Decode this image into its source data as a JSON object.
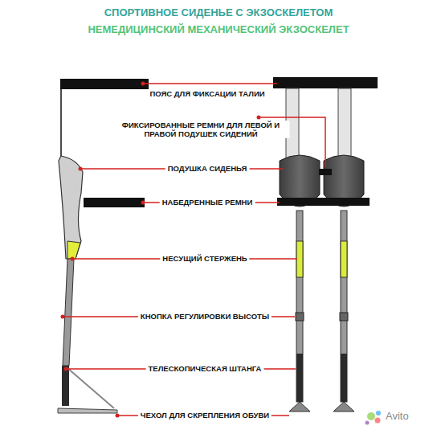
{
  "diagram": {
    "title": "СПОРТИВНОЕ СИДЕНЬЕ С ЭКЗОСКЕЛЕТОМ",
    "labels": [
      "НЕМЕДИЦИНСКИЙ МЕХАНИЧЕСКИЙ ЭКЗОСКЕЛЕТ",
      "ПОЯС ДЛЯ ФИКСАЦИИ ТАЛИИ",
      "ФИКСИРОВАННЫЕ РЕМНИ ДЛЯ ЛЕВОЙ И ПРАВОЙ ПОДУШЕК СИДЕНИЙ",
      "ПОДУШКА СИДЕНЬЯ",
      "НАБЕДРЕННЫЕ РЕМНИ",
      "НЕСУЩИЙ СТЕРЖЕНЬ",
      "КНОПКА РЕГУЛИРОВКИ ВЫСОТЫ",
      "ТЕЛЕСКОПИЧЕСКАЯ ШТАНГА",
      "ЧЕХОЛ ДЛЯ СКРЕПЛЕНИЯ ОБУВИ",
      "Avito"
    ]
  }
}
